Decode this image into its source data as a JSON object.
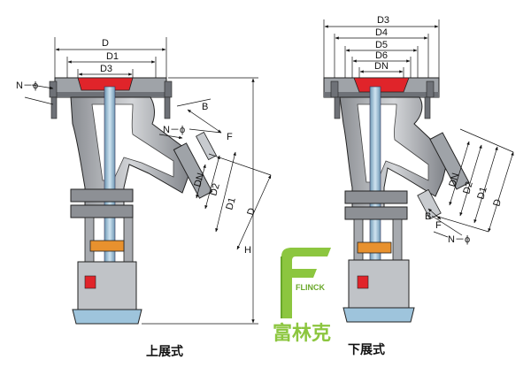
{
  "left_view": {
    "labels": {
      "d": "D",
      "d1": "D1",
      "d3": "D3",
      "n_phi": "N－ϕ",
      "b": "B",
      "n_phi_2": "N－ϕ",
      "f": "F",
      "dn": "DN",
      "d2": "D2",
      "d1_diag": "D1",
      "d_diag": "D",
      "h": "H"
    },
    "caption": "上展式"
  },
  "right_view": {
    "labels": {
      "d3": "D3",
      "d4": "D4",
      "d5": "D5",
      "d6": "D6",
      "dn": "DN",
      "dn_diag": "DN",
      "d2_diag": "D2",
      "d1_diag": "D1",
      "d_diag": "D",
      "b": "B",
      "f": "F",
      "n_phi": "N－ϕ"
    },
    "caption": "下展式"
  },
  "logo": {
    "mark_text": "FLINCK",
    "brand": "富林克",
    "color": "#8cc63f"
  },
  "colors": {
    "body_fill": "#b9bcc0",
    "body_dark": "#7d8086",
    "stem": "#9ec4dc",
    "seat_red": "#e0242a",
    "nut_orange": "#e8912e"
  }
}
